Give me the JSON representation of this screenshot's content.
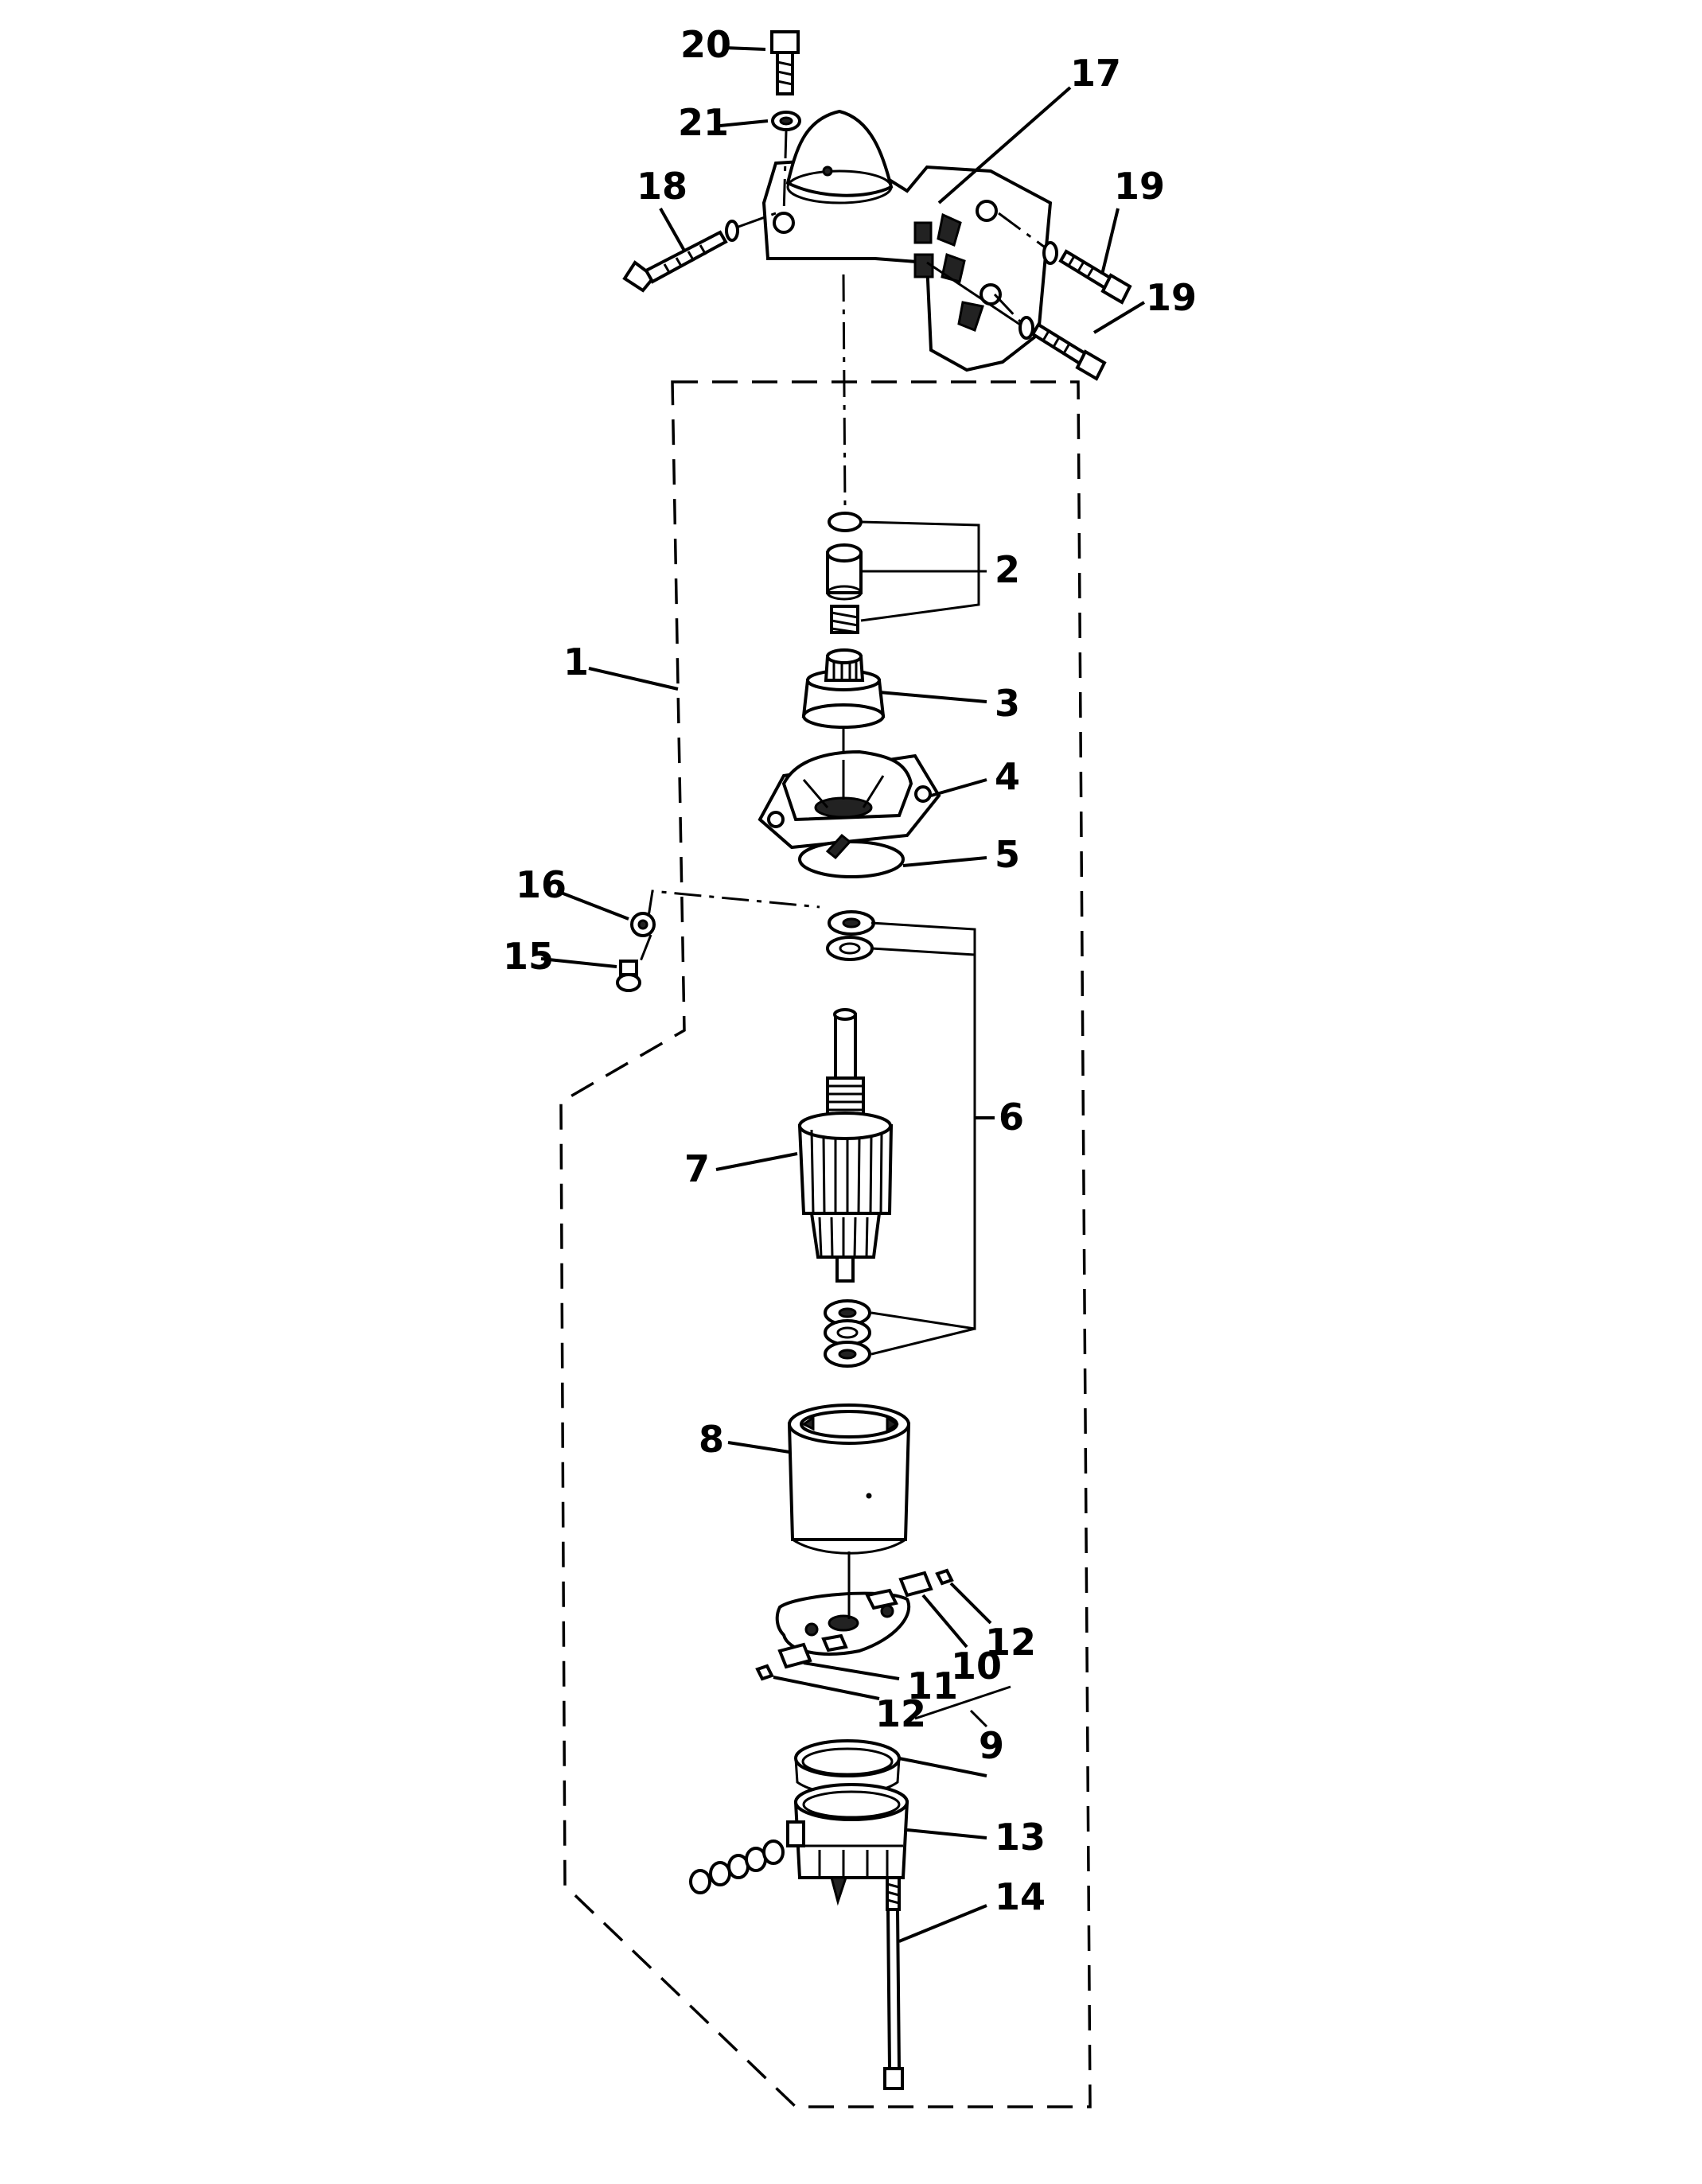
{
  "callouts": {
    "c1": "1",
    "c2": "2",
    "c3": "3",
    "c4": "4",
    "c5": "5",
    "c6": "6",
    "c7": "7",
    "c8": "8",
    "c9": "9",
    "c10": "10",
    "c11": "11",
    "c12a": "12",
    "c12b": "12",
    "c13": "13",
    "c14": "14",
    "c15": "15",
    "c16": "16",
    "c17": "17",
    "c18": "18",
    "c19a": "19",
    "c19b": "19",
    "c20": "20",
    "c21": "21"
  }
}
